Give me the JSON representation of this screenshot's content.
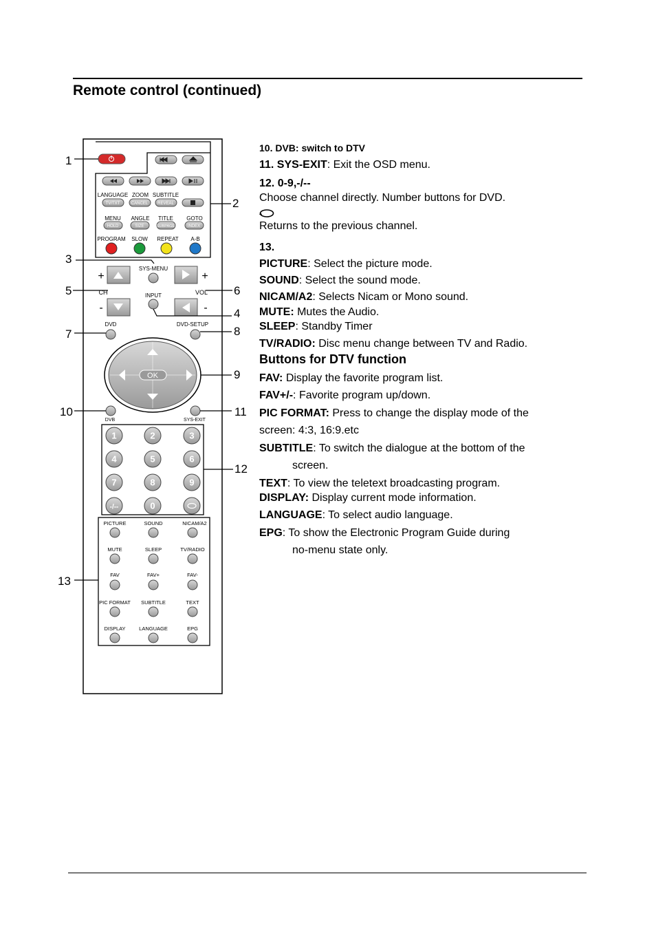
{
  "header": {
    "title": "Remote control (continued)"
  },
  "callouts": [
    "1",
    "2",
    "3",
    "4",
    "5",
    "6",
    "7",
    "8",
    "9",
    "10",
    "11",
    "12",
    "13"
  ],
  "remote": {
    "row1_labels": [
      "LANGUAGE",
      "ZOOM",
      "SUBTITLE"
    ],
    "row1_sublabels": [
      "TV/TXT",
      "CANCEL",
      "REVEAL"
    ],
    "row2_labels": [
      "MENU",
      "ANGLE",
      "TITLE",
      "GOTO"
    ],
    "row2_sublabels": [
      "HOLD",
      "SIZE",
      "SUBPAGE",
      "INDEX"
    ],
    "row3_labels": [
      "PROGRAM",
      "SLOW",
      "REPEAT",
      "A-B"
    ],
    "sys_menu": "SYS-MENU",
    "ch": "CH",
    "vol": "VOL",
    "input": "INPUT",
    "plus": "+",
    "minus": "-",
    "dvd": "DVD",
    "dvd_setup": "DVD-SETUP",
    "ok": "OK",
    "dvb": "DVB",
    "sys_exit": "SYS-EXIT",
    "digits": [
      "1",
      "2",
      "3",
      "4",
      "5",
      "6",
      "7",
      "8",
      "9",
      "-/--",
      "0"
    ],
    "dtv_labels": [
      "PICTURE",
      "SOUND",
      "NICAM/A2",
      "MUTE",
      "SLEEP",
      "TV/RADIO",
      "FAV",
      "FAV+",
      "FAV-",
      "PIC FORMAT",
      "SUBTITLE",
      "TEXT",
      "DISPLAY",
      "LANGUAGE",
      "EPG"
    ],
    "colors": {
      "power": "#d42a2a",
      "red": "#e02020",
      "green": "#1b9a3b",
      "yellow": "#f2e21a",
      "blue": "#1f78c8",
      "button_grey": "#b7b7b7"
    }
  },
  "desc": {
    "l10": "10. DVB: switch to DTV",
    "l11_b": "11. SYS-EXIT",
    "l11": ": Exit the OSD menu.",
    "l12_b": "12. 0-9,-/--",
    "l12a": "Choose channel directly. Number buttons for DVD.",
    "l12c": "Returns to the previous channel.",
    "l13": "13.",
    "pic_b": "PICTURE",
    "pic": ": Select the picture mode.",
    "snd_b": "SOUND",
    "snd": ": Select the sound mode.",
    "nic_b": "NICAM/A2",
    "nic": ": Selects Nicam or Mono sound.",
    "mute_b": "MUTE:",
    "mute": " Mutes the Audio.",
    "sleep_b": "SLEEP",
    "sleep": ": Standby Timer",
    "tvr_b": "TV/RADIO:",
    "tvr": " Disc menu change between TV and Radio.",
    "dtv_header": "Buttons for DTV function",
    "fav_b": "FAV:",
    "fav": " Display the favorite program list.",
    "favpm_b": "FAV+/-",
    "favpm": ": Favorite program up/down.",
    "picf_b": "PIC FORMAT:",
    "picf": " Press to change the display mode of the",
    "picf2": "screen: 4:3, 16:9.etc",
    "sub_b": "SUBTITLE",
    "sub": ": To switch the dialogue at the bottom of the",
    "sub2": "screen.",
    "text_b": "TEXT",
    "text": ": To view the teletext broadcasting program.",
    "disp_b": "DISPLAY:",
    "disp": " Display current mode information.",
    "lang_b": "LANGUAGE",
    "lang": ":  To select audio language.",
    "epg_b": "EPG",
    "epg": ": To show the Electronic Program Guide during",
    "epg2": "no-menu state only."
  }
}
